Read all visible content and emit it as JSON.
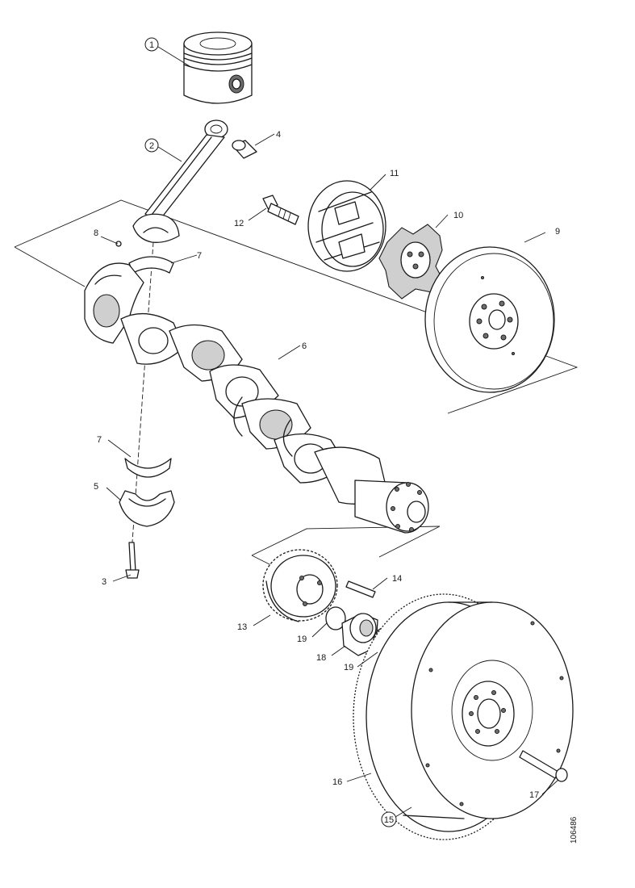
{
  "labels": {
    "l1": "1",
    "l2": "2",
    "l3": "3",
    "l4": "4",
    "l5": "5",
    "l6": "6",
    "l7a": "7",
    "l7b": "7",
    "l8": "8",
    "l9": "9",
    "l10": "10",
    "l11": "11",
    "l12": "12",
    "l13": "13",
    "l14": "14",
    "l15": "15",
    "l16": "16",
    "l17": "17",
    "l18": "18",
    "l19a": "19",
    "l19b": "19"
  },
  "reference_number": "106486"
}
